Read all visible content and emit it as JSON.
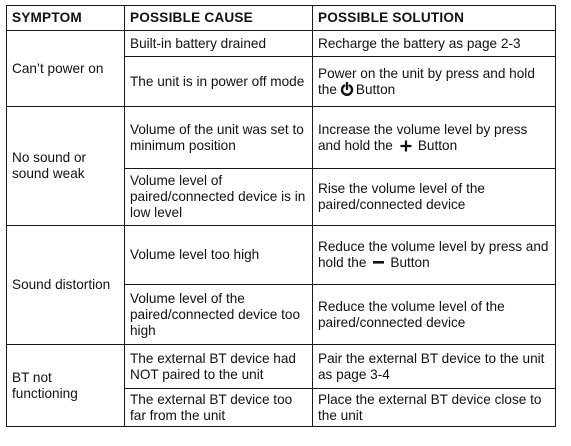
{
  "headers": {
    "symptom": "SYMPTOM",
    "cause": "POSSIBLE CAUSE",
    "solution": "POSSIBLE SOLUTION"
  },
  "rows": [
    {
      "symptom": "Can’t power on",
      "items": [
        {
          "cause": "Built-in battery drained",
          "solution": "Recharge the battery as page 2-3"
        },
        {
          "cause": "The unit is in power off mode",
          "solution_before": "Power on the unit by press and hold the",
          "solution_icon": "power-icon",
          "solution_after": "Button"
        }
      ]
    },
    {
      "symptom": "No sound or sound weak",
      "items": [
        {
          "cause": "Volume of the unit was set to minimum position",
          "solution_before": "Increase the volume level by press and hold the",
          "solution_icon": "plus-icon",
          "solution_after": "Button"
        },
        {
          "cause": "Volume level of paired/connected device is in low level",
          "solution": "Rise the volume level of the paired/connected device"
        }
      ]
    },
    {
      "symptom": "Sound distortion",
      "items": [
        {
          "cause": "Volume level too high",
          "solution_before": "Reduce the volume level by press and hold the",
          "solution_icon": "minus-icon",
          "solution_after": "Button"
        },
        {
          "cause": "Volume level of the paired/connected device too high",
          "solution": "Reduce the volume level of the paired/connected device"
        }
      ]
    },
    {
      "symptom": "BT not functioning",
      "items": [
        {
          "cause": "The external BT device had NOT paired to the unit",
          "solution": "Pair the external BT device to the unit as page 3-4"
        },
        {
          "cause": "The external BT device too far from the unit",
          "solution": "Place the external BT device close to the unit"
        }
      ]
    }
  ]
}
